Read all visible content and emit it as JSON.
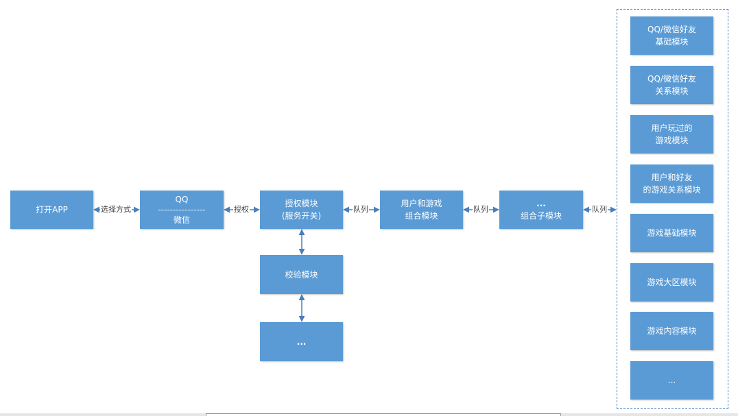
{
  "nodes": {
    "open_app": {
      "lines": [
        "打开APP"
      ]
    },
    "login": {
      "line1": "QQ",
      "line2": "----------------",
      "line3": "微信"
    },
    "auth": {
      "lines": [
        "授权模块",
        "(服务开关)"
      ]
    },
    "verify": {
      "lines": [
        "校验模块"
      ]
    },
    "more_under_auth": {
      "lines": [
        "..."
      ]
    },
    "combine": {
      "lines": [
        "用户和游戏",
        "组合模块"
      ]
    },
    "combine_sub": {
      "lines": [
        "...",
        "组合子模块"
      ]
    }
  },
  "edge_labels": {
    "open_to_login": "选择方式",
    "login_to_auth": "授权",
    "auth_to_combine": "队列",
    "combine_to_sub": "队列",
    "sub_to_group": "队列"
  },
  "group": {
    "items": [
      {
        "lines": [
          "QQ/微信好友",
          "基础模块"
        ]
      },
      {
        "lines": [
          "QQ/微信好友",
          "关系模块"
        ]
      },
      {
        "lines": [
          "用户玩过的",
          "游戏模块"
        ]
      },
      {
        "lines": [
          "用户和好友",
          "的游戏关系模块"
        ]
      },
      {
        "lines": [
          "游戏基础模块"
        ]
      },
      {
        "lines": [
          "游戏大区模块"
        ]
      },
      {
        "lines": [
          "游戏内容模块"
        ]
      },
      {
        "lines": [
          "..."
        ]
      }
    ]
  },
  "colors": {
    "box_fill": "#5b9bd5",
    "arrow": "#4a7fb9",
    "group_border": "#4a7fb9",
    "label_text": "#3f3f3f"
  }
}
